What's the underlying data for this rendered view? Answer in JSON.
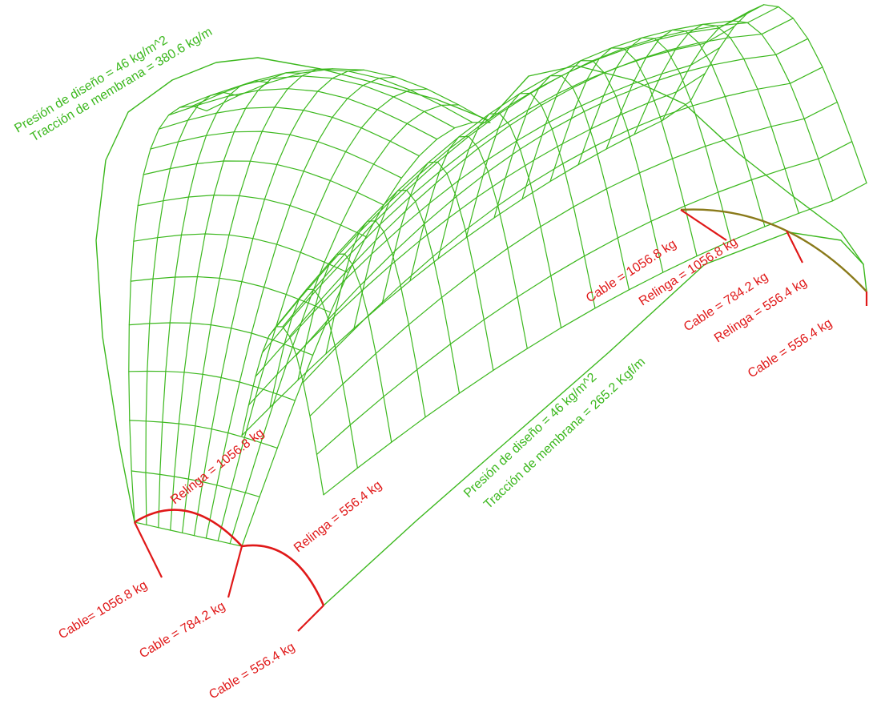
{
  "colors": {
    "mesh": "#3cb81e",
    "cable": "#e01818",
    "relinga_far": "#8a7a1a",
    "label_green": "#3cb81e",
    "label_red": "#e01818",
    "background": "#ffffff"
  },
  "left_membrane": {
    "line1": "Presión de diseño = 46 kg/m^2",
    "line2": "Tracción de membrana = 380.6 kg/m"
  },
  "right_membrane": {
    "line1": "Presión de diseño = 46 kg/m^2",
    "line2": "Tracción de membrana = 265.2 Kgf/m"
  },
  "front": {
    "relinga_left": "Relinga = 1056.8 kg",
    "relinga_right": "Relinga = 556.4 kg",
    "cable_left": "Cable= 1056.8 kg",
    "cable_mid": "Cable = 784.2 kg",
    "cable_right": "Cable = 556.4 kg"
  },
  "back": {
    "cable_left": "Cable = 1056.8 kg",
    "relinga_left": "Relinga = 1056.8 kg",
    "cable_mid": "Cable = 784.2 kg",
    "relinga_right": "Relinga = 556.4 kg",
    "cable_right": "Cable = 556.4 kg"
  }
}
